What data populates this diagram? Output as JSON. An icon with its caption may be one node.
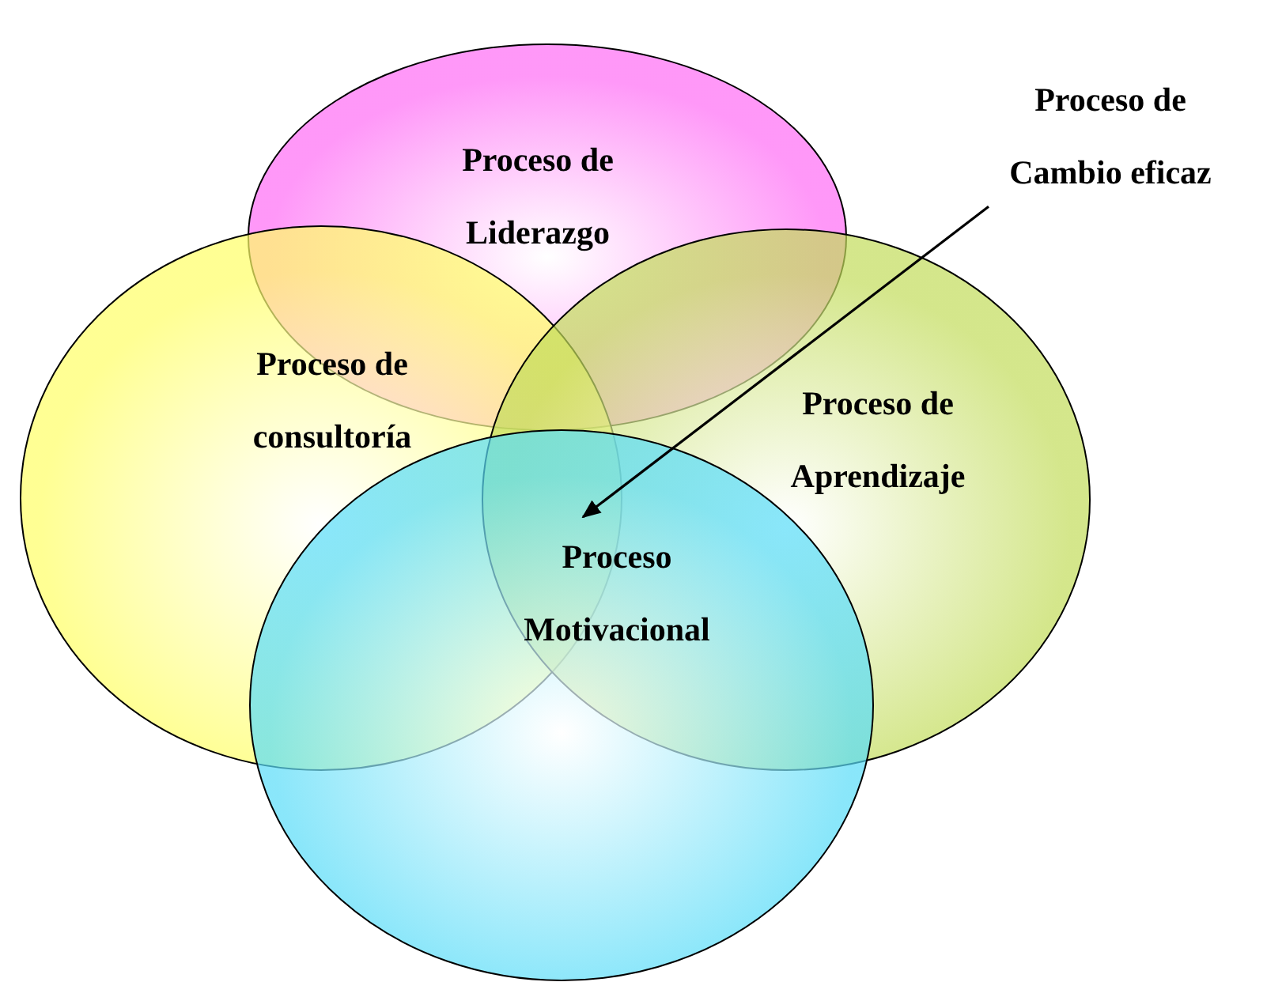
{
  "diagram": {
    "nodes": [
      {
        "text": [
          "Proceso de Liderazgo"
        ]
      },
      {
        "text": [
          "Proceso de consultoría"
        ]
      },
      {
        "text": [
          "Proceso de Aprendizaje"
        ]
      },
      {
        "text": [
          "Proceso Motivacional"
        ]
      },
      {
        "text": [
          "Proceso de Cambio eficaz"
        ]
      }
    ],
    "edges": [
      {
        "from": 4,
        "to": 3,
        "arrow": "to"
      }
    ]
  }
}
